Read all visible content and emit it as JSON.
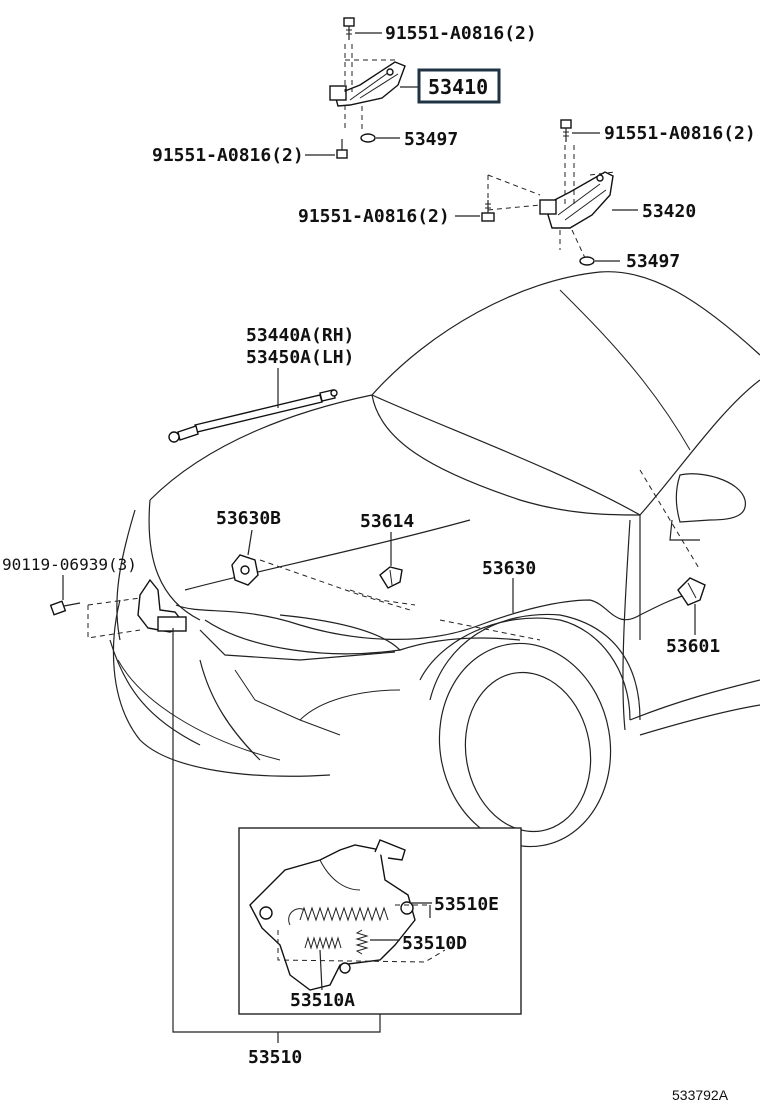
{
  "callouts": {
    "bolt_top": "91551-A0816(2)",
    "hinge_rh": "53410",
    "washer_top": "53497",
    "bolt_left_top": "91551-A0816(2)",
    "bolt_right_top": "91551-A0816(2)",
    "bolt_mid": "91551-A0816(2)",
    "hinge_lh": "53420",
    "washer_right": "53497",
    "support_rh": "53440A(RH)",
    "support_lh": "53450A(LH)",
    "bolt_lock": "90119-06939(3)",
    "clamp": "53630B",
    "clip": "53614",
    "cable": "53630",
    "lever": "53601",
    "spring_e": "53510E",
    "spring_d": "53510D",
    "spring_a": "53510A",
    "lock_assy": "53510"
  },
  "figure_ref": "533792A",
  "highlight": {
    "target": "53410",
    "border_color": "#1f3344"
  }
}
